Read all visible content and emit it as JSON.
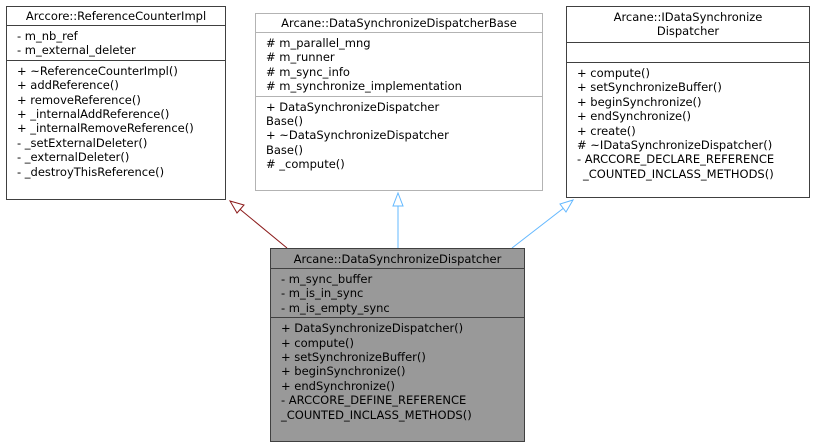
{
  "classes": {
    "refcounter": {
      "title": "Arccore::ReferenceCounterImpl",
      "attributes": [
        "- m_nb_ref",
        "- m_external_deleter"
      ],
      "methods": [
        "+ ~ReferenceCounterImpl()",
        "+ addReference()",
        "+ removeReference()",
        "+ _internalAddReference()",
        "+ _internalRemoveReference()",
        "- _setExternalDeleter()",
        "- _externalDeleter()",
        "- _destroyThisReference()"
      ]
    },
    "dispatcherbase": {
      "title": "Arcane::DataSynchronizeDispatcherBase",
      "attributes": [
        "# m_parallel_mng",
        "# m_runner",
        "# m_sync_info",
        "# m_synchronize_implementation"
      ],
      "methods": [
        "+ DataSynchronizeDispatcher",
        "Base()",
        "+ ~DataSynchronizeDispatcher",
        "Base()",
        "# _compute()"
      ]
    },
    "idispatcher": {
      "title": "Arcane::IDataSynchronize\nDispatcher",
      "attributes": [],
      "methods": [
        "+ compute()",
        "+ setSynchronizeBuffer()",
        "+ beginSynchronize()",
        "+ endSynchronize()",
        "+ create()",
        "# ~IDataSynchronizeDispatcher()",
        "- ARCCORE_DECLARE_REFERENCE",
        "_COUNTED_INCLASS_METHODS()"
      ]
    },
    "dispatcher": {
      "title": "Arcane::DataSynchronizeDispatcher",
      "attributes": [
        "- m_sync_buffer",
        "- m_is_in_sync",
        "- m_is_empty_sync"
      ],
      "methods": [
        "+ DataSynchronizeDispatcher()",
        "+ compute()",
        "+ setSynchronizeBuffer()",
        "+ beginSynchronize()",
        "+ endSynchronize()",
        "- ARCCORE_DEFINE_REFERENCE",
        "_COUNTED_INCLASS_METHODS()"
      ]
    }
  },
  "colors": {
    "inherit_public": "#63b8ff",
    "inherit_protected": "#8b1a1a"
  }
}
